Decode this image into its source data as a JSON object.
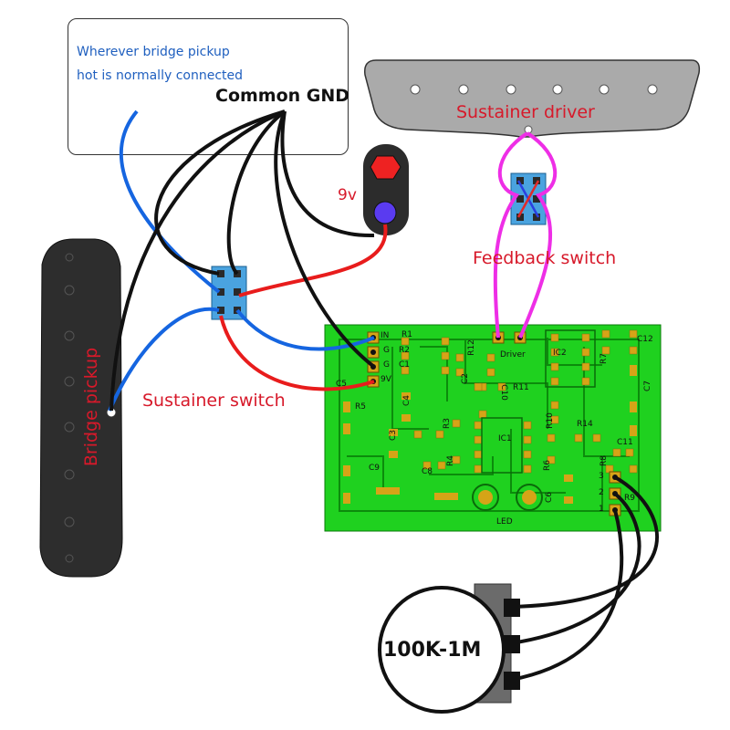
{
  "note": {
    "line1": "Wherever bridge pickup",
    "line2": "hot is normally connected"
  },
  "labels": {
    "common_gnd": "Common GND",
    "sustainer_driver": "Sustainer driver",
    "battery": "9v",
    "feedback_switch": "Feedback switch",
    "bridge_pickup": "Bridge pickup",
    "sustainer_switch": "Sustainer switch",
    "pot": "100K-1M"
  },
  "pcb": {
    "pads": [
      "IN",
      "G",
      "G",
      "9V"
    ],
    "components": [
      "R1",
      "R2",
      "C1",
      "R12",
      "C2",
      "R11",
      "C10",
      "C3",
      "C4",
      "C5",
      "R5",
      "R3",
      "R4",
      "IC1",
      "C8",
      "C9",
      "R6",
      "R10",
      "R14",
      "C11",
      "R8",
      "C6",
      "C7",
      "C12",
      "IC2",
      "R7",
      "R9",
      "LED"
    ],
    "driver_label": "Driver",
    "pot_pins": [
      "3",
      "2",
      "1"
    ]
  },
  "colors": {
    "pcb_green": "#1fd11f",
    "wire_blue": "#1565e0",
    "wire_red": "#e81c1c",
    "wire_black": "#111111",
    "wire_magenta": "#ee2ee6",
    "label_red": "#d7192a",
    "note_blue": "#1f5fbf"
  }
}
